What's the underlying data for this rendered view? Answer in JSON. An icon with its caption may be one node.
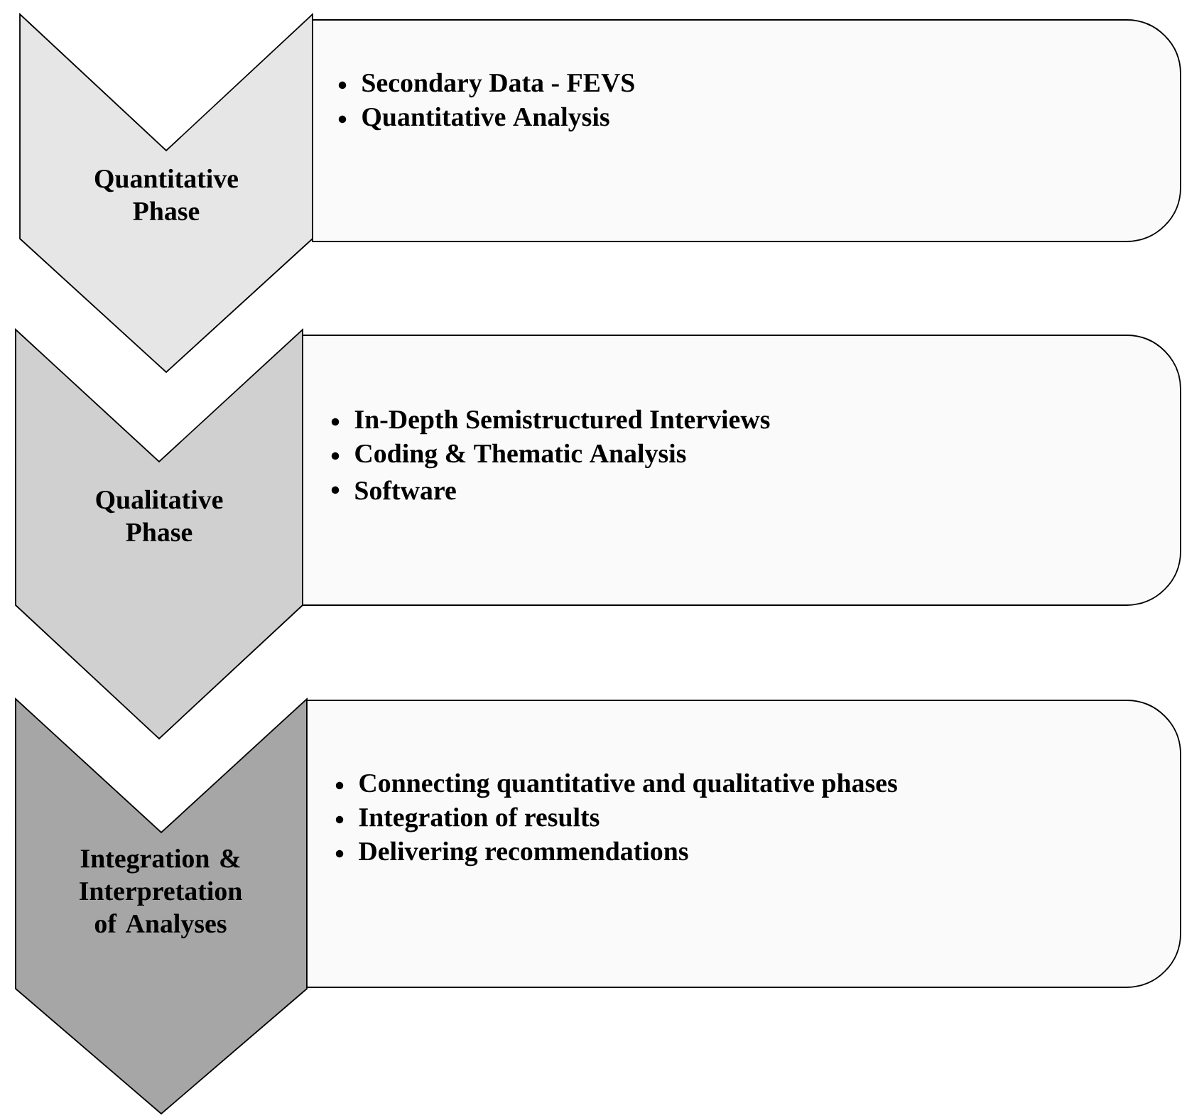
{
  "diagram": {
    "nodes": [
      {
        "text": [
          "Quantitative Phase"
        ]
      },
      {
        "text": [
          "Secondary Data - FEVS",
          "Quantitative Analysis"
        ]
      },
      {
        "text": [
          "Qualitative Phase"
        ]
      },
      {
        "text": [
          "In-Depth Semistructured Interviews",
          "Coding & Thematic Analysis",
          "Software"
        ]
      },
      {
        "text": [
          "Integration & Interpretation of Analyses"
        ]
      },
      {
        "text": [
          "Connecting quantitative and qualitative phases",
          "Integration of results",
          "Delivering recommendations"
        ]
      }
    ]
  }
}
